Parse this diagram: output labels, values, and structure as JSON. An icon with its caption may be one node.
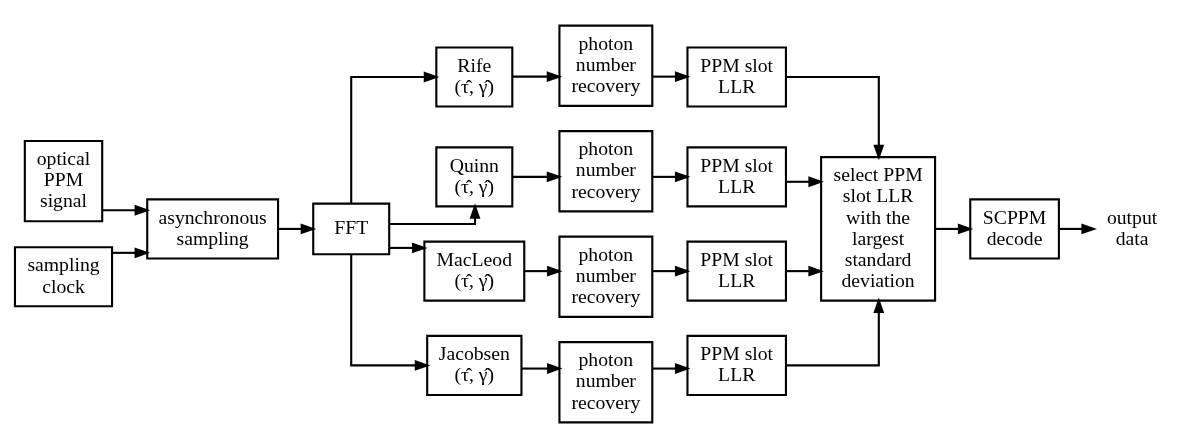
{
  "diagram": {
    "nodes": [
      {
        "text": [
          "optical PPM signal"
        ]
      },
      {
        "text": [
          "sampling clock"
        ]
      },
      {
        "text": [
          "asynchronous sampling"
        ]
      },
      {
        "text": [
          "FFT"
        ]
      },
      {
        "text": [
          "Rife",
          "(τ̂, γ̂)"
        ]
      },
      {
        "text": [
          "photon number recovery"
        ]
      },
      {
        "text": [
          "PPM slot LLR"
        ]
      },
      {
        "text": [
          "Quinn",
          "(τ̂, γ̂)"
        ]
      },
      {
        "text": [
          "photon number recovery"
        ]
      },
      {
        "text": [
          "PPM slot LLR"
        ]
      },
      {
        "text": [
          "MacLeod",
          "(τ̂, γ̂)"
        ]
      },
      {
        "text": [
          "photon number recovery"
        ]
      },
      {
        "text": [
          "PPM slot LLR"
        ]
      },
      {
        "text": [
          "Jacobsen",
          "(τ̂, γ̂)"
        ]
      },
      {
        "text": [
          "photon number recovery"
        ]
      },
      {
        "text": [
          "PPM slot LLR"
        ]
      },
      {
        "text": [
          "select PPM slot LLR with the largest standard deviation"
        ]
      },
      {
        "text": [
          "SCPPM decode"
        ]
      },
      {
        "text": [
          "output data"
        ]
      }
    ],
    "edges": [
      {
        "from": 0,
        "to": 2,
        "arrow": "to"
      },
      {
        "from": 1,
        "to": 2,
        "arrow": "to"
      },
      {
        "from": 2,
        "to": 3,
        "arrow": "to"
      },
      {
        "from": 3,
        "to": 4,
        "arrow": "to"
      },
      {
        "from": 3,
        "to": 7,
        "arrow": "to"
      },
      {
        "from": 3,
        "to": 10,
        "arrow": "to"
      },
      {
        "from": 3,
        "to": 13,
        "arrow": "to"
      },
      {
        "from": 4,
        "to": 5,
        "arrow": "to"
      },
      {
        "from": 5,
        "to": 6,
        "arrow": "to"
      },
      {
        "from": 6,
        "to": 16,
        "arrow": "to"
      },
      {
        "from": 7,
        "to": 8,
        "arrow": "to"
      },
      {
        "from": 8,
        "to": 9,
        "arrow": "to"
      },
      {
        "from": 9,
        "to": 16,
        "arrow": "to"
      },
      {
        "from": 10,
        "to": 11,
        "arrow": "to"
      },
      {
        "from": 11,
        "to": 12,
        "arrow": "to"
      },
      {
        "from": 12,
        "to": 16,
        "arrow": "to"
      },
      {
        "from": 13,
        "to": 14,
        "arrow": "to"
      },
      {
        "from": 14,
        "to": 15,
        "arrow": "to"
      },
      {
        "from": 15,
        "to": 16,
        "arrow": "to"
      },
      {
        "from": 16,
        "to": 17,
        "arrow": "to"
      },
      {
        "from": 17,
        "to": 18,
        "arrow": "to"
      }
    ]
  }
}
